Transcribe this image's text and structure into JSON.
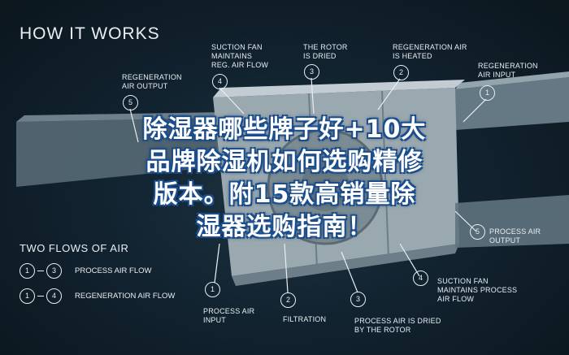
{
  "header": {
    "title": "HOW IT WORKS"
  },
  "callouts": {
    "regen_out_top": {
      "num": "5",
      "line1": "REGENERATION",
      "line2": "AIR OUTPUT"
    },
    "suction_top": {
      "num": "4",
      "line1": "SUCTION FAN",
      "line2": "MAINTAINS",
      "line3": "REG. AIR FLOW"
    },
    "rotor_dried": {
      "num": "3",
      "line1": "THE ROTOR",
      "line2": "IS DRIED"
    },
    "regen_heated": {
      "num": "2",
      "line1": "REGENERATION AIR",
      "line2": "IS HEATED"
    },
    "regen_in": {
      "num": "1",
      "line1": "REGENERATION",
      "line2": "AIR INPUT"
    },
    "process_out": {
      "num": "5",
      "line1": "PROCESS AIR",
      "line2": "OUTPUT"
    },
    "suction_bottom": {
      "num": "4",
      "line1": "SUCTION FAN",
      "line2": "MAINTAINS PROCESS",
      "line3": "AIR FLOW"
    },
    "process_in": {
      "num": "1",
      "line1": "PROCESS AIR",
      "line2": "INPUT"
    },
    "filtration": {
      "num": "2",
      "line1": "FILTRATION"
    },
    "process_dried": {
      "num": "3",
      "line1": "PROCESS AIR IS DRIED",
      "line2": "BY THE ROTOR"
    }
  },
  "legend": {
    "title": "TWO FLOWS OF AIR",
    "rows": [
      {
        "from": "1",
        "to": "3",
        "label": "PROCESS AIR FLOW"
      },
      {
        "from": "1",
        "to": "4",
        "label": "REGENERATION AIR FLOW"
      }
    ]
  },
  "overlay": {
    "line1": "除湿器哪些牌子好+10大",
    "line2": "品牌除湿机如何选购精修",
    "line3": "版本。附15款高销量除",
    "line4": "湿器选购指南！"
  },
  "colors": {
    "accent": "#e8eef2",
    "background": "#122330",
    "overlay_outline": "#1a4d8c"
  }
}
